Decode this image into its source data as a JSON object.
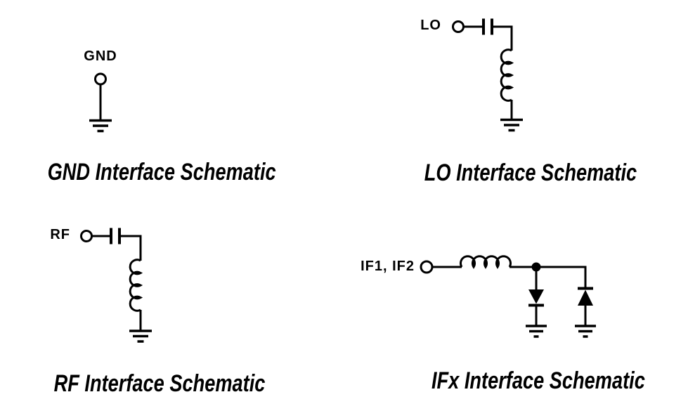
{
  "page": {
    "background_color": "#ffffff",
    "line_color": "#000000"
  },
  "schematics": {
    "gnd": {
      "pin_label": "GND",
      "caption": "GND Interface Schematic",
      "symbols": [
        "open-terminal-icon",
        "ground-icon"
      ]
    },
    "lo": {
      "pin_label": "LO",
      "caption": "LO Interface Schematic",
      "symbols": [
        "open-terminal-icon",
        "series-capacitor-icon",
        "shunt-inductor-icon",
        "ground-icon"
      ]
    },
    "rf": {
      "pin_label": "RF",
      "caption": "RF Interface Schematic",
      "symbols": [
        "open-terminal-icon",
        "series-capacitor-icon",
        "shunt-inductor-icon",
        "ground-icon"
      ]
    },
    "ifx": {
      "pin_label": "IF1, IF2",
      "caption": "IFx Interface Schematic",
      "symbols": [
        "open-terminal-icon",
        "series-inductor-icon",
        "junction-dot-icon",
        "diode-to-ground-icon",
        "diode-from-ground-icon",
        "ground-icon"
      ]
    }
  }
}
